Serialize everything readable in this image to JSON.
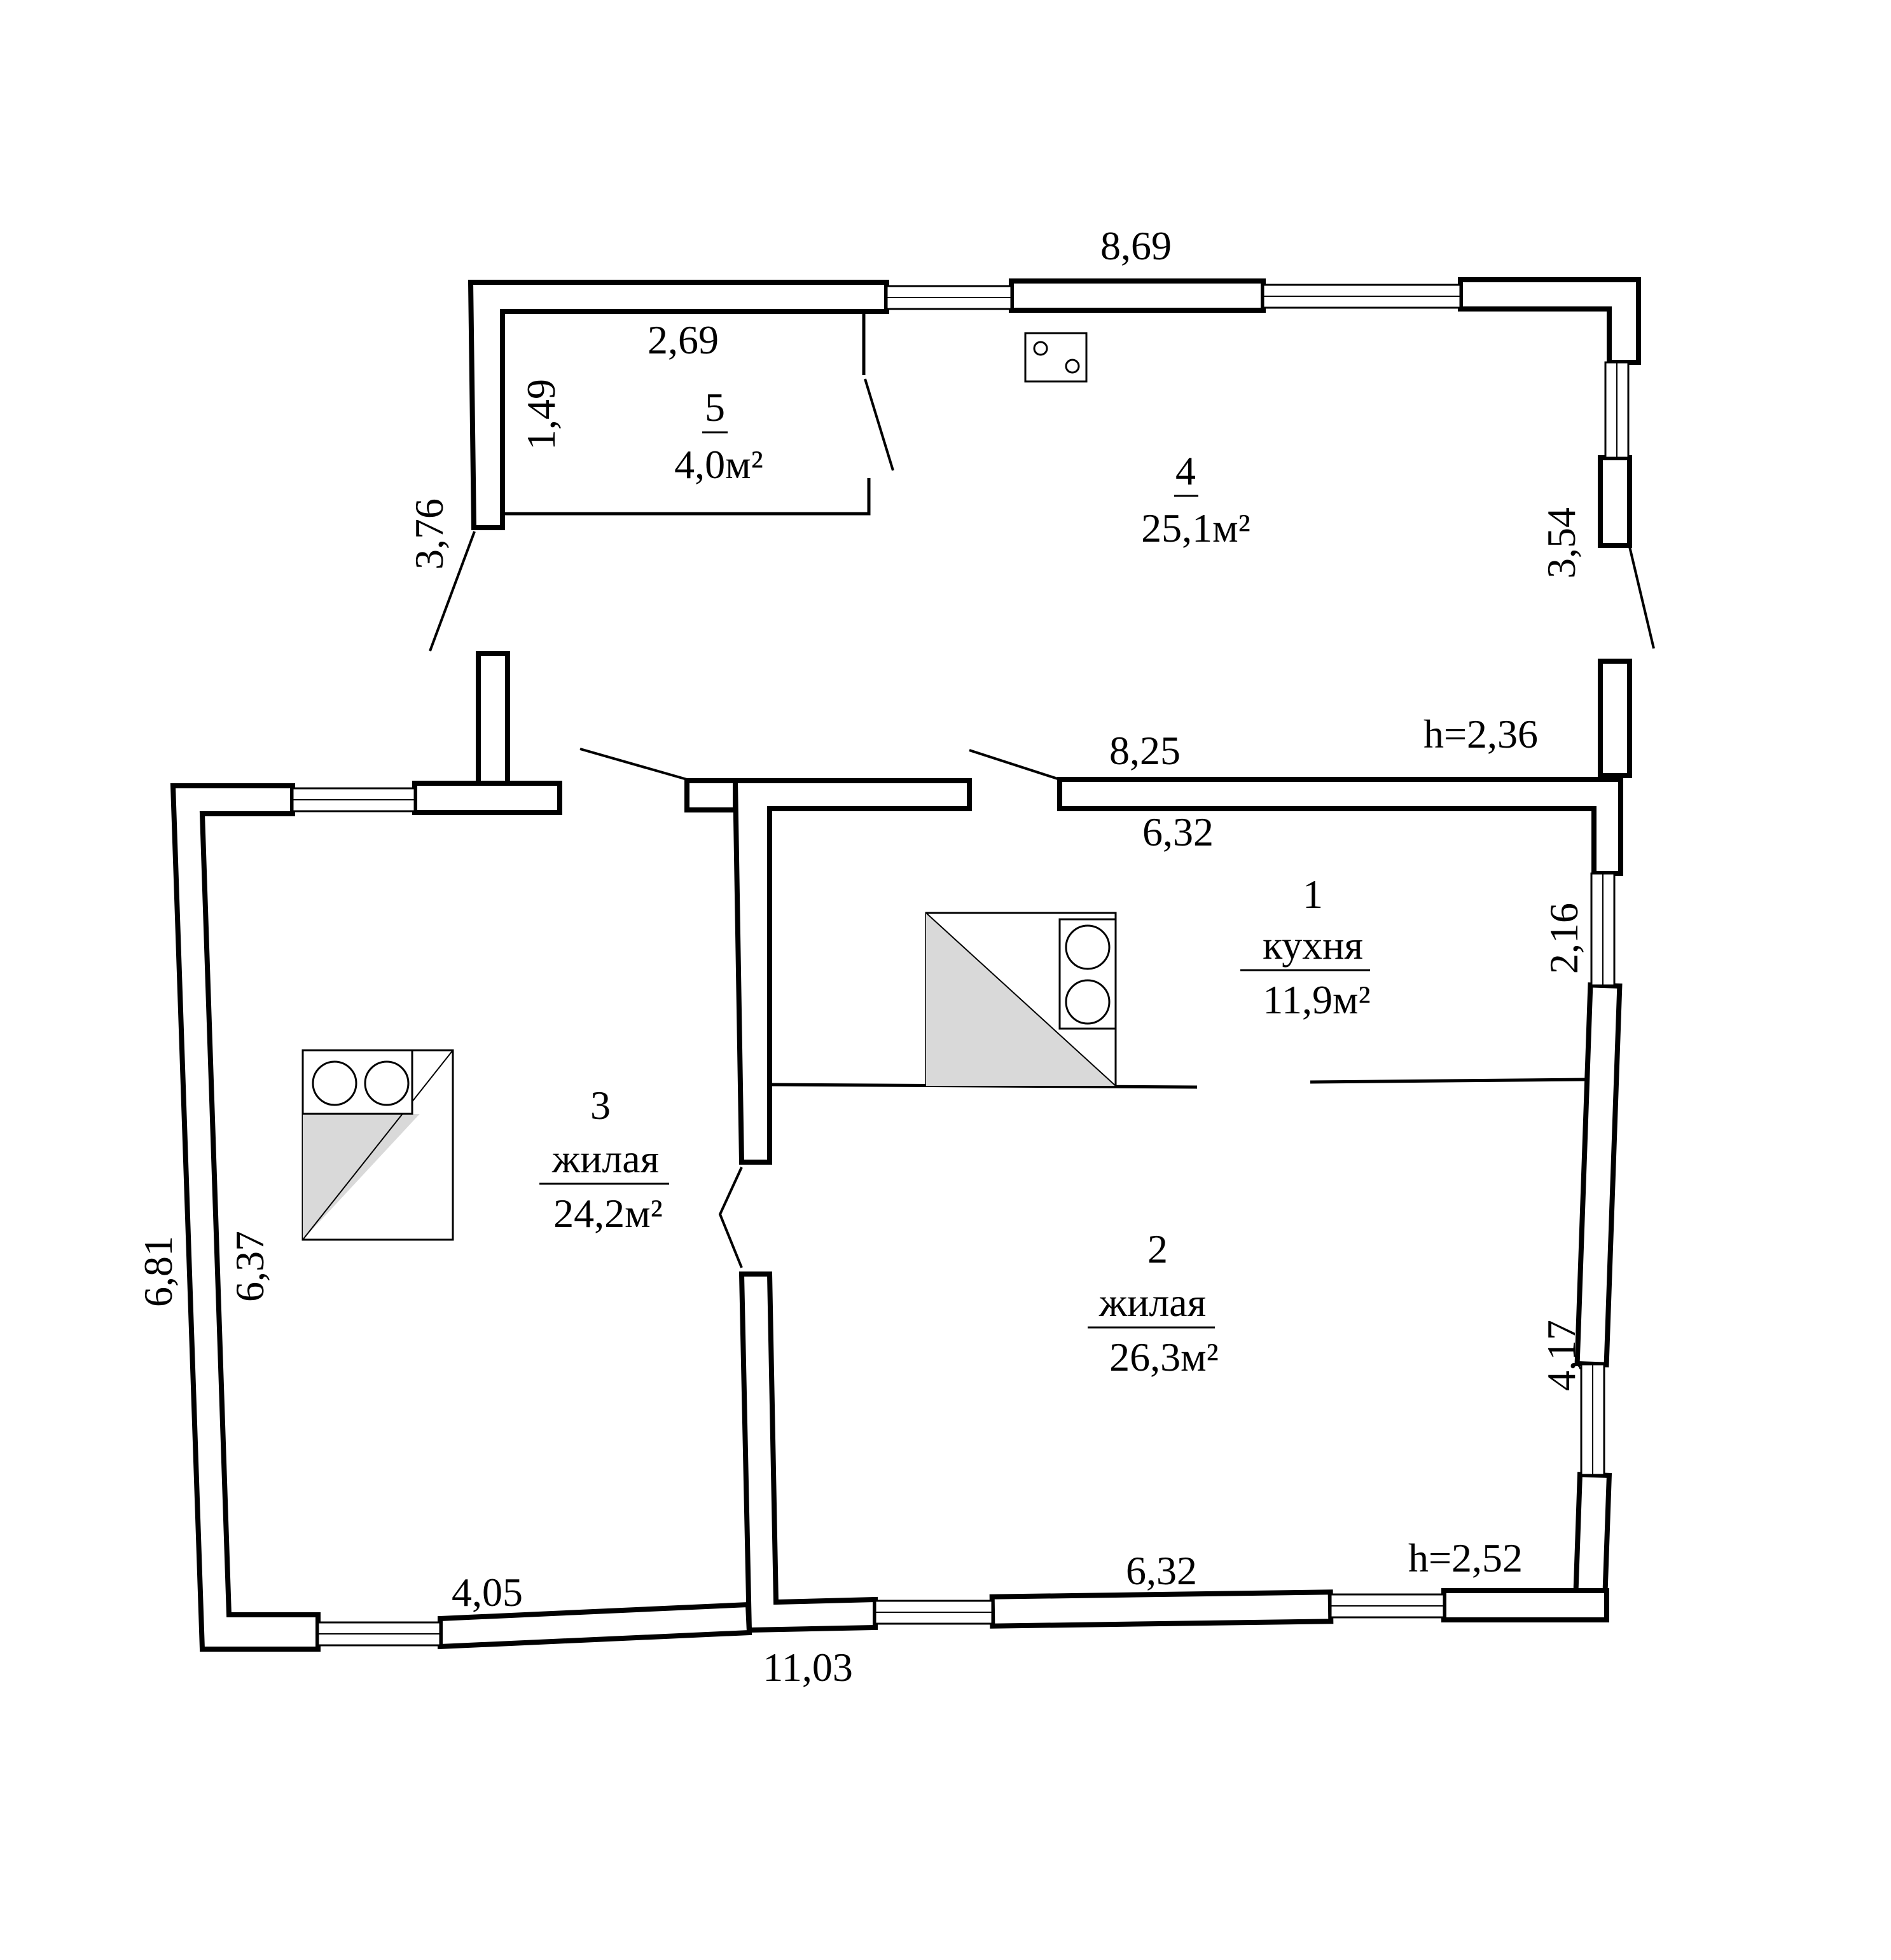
{
  "plan": {
    "rooms": [
      {
        "number": "1",
        "name": "кухня",
        "area": "11,9м²"
      },
      {
        "number": "2",
        "name": "жилая",
        "area": "26,3м²"
      },
      {
        "number": "3",
        "name": "жилая",
        "area": "24,2м²"
      },
      {
        "number": "4",
        "name": "",
        "area": "25,1м²"
      },
      {
        "number": "5",
        "name": "",
        "area": "4,0м²"
      }
    ],
    "dimensions": {
      "top_outer": "8,69",
      "room5_width": "2,69",
      "room5_depth": "1,49",
      "veranda_left": "3,76",
      "veranda_right": "3,54",
      "middle_outer": "8,25",
      "height_top": "h=2,36",
      "kitchen_width": "6,32",
      "kitchen_depth": "2,16",
      "living_right": "4,17",
      "bottom_inner": "6,32",
      "height_bottom": "h=2,52",
      "bottom_left_inner": "4,05",
      "bottom_outer": "11,03",
      "left_outer": "6,81",
      "left_inner": "6,37"
    }
  }
}
